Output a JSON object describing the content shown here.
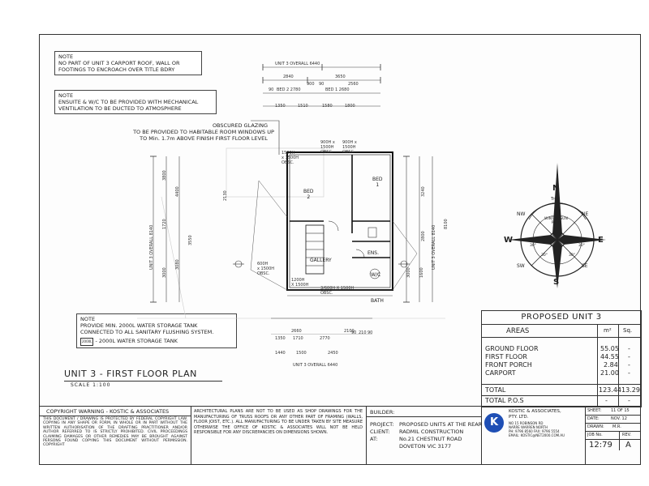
{
  "notes": {
    "carport": {
      "heading": "NOTE",
      "lines": [
        "NO PART OF UNIT 3 CARPORT ROOF, WALL OR",
        "FOOTINGS TO ENCROACH OVER TITLE BDRY"
      ]
    },
    "ensuite": {
      "heading": "NOTE",
      "lines": [
        "ENSUITE & W/C TO BE PROVIDED WITH MECHANICAL",
        "VENTILATION TO BE DUCTED TO ATMOSPHERE"
      ]
    },
    "glazing": {
      "lines": [
        "OBSCURED GLAZING",
        "TO BE PROVIDED TO HABITABLE ROOM WINDOWS UP",
        "TO Min. 1.7m ABOVE FINISH FIRST FLOOR LEVEL"
      ]
    },
    "water": {
      "heading": "NOTE",
      "lines": [
        "PROVIDE Min. 2000L WATER STORAGE TANK",
        "CONNECTED TO ALL SANITARY FLUSHING SYSTEM."
      ],
      "legend_tag": "2000L",
      "legend_text": "- 2000L WATER STORAGE TANK"
    }
  },
  "plan": {
    "title": "UNIT 3 - FIRST FLOOR PLAN",
    "scale": "SCALE 1:100",
    "rooms": {
      "bed2": "BED\n2",
      "bed1": "BED\n1",
      "ens": "ENS.",
      "gallery": "GALLERY",
      "bath": "BATH",
      "wc": "W/C"
    },
    "windows": [
      "1500H\nx 1500H\nOBSC.",
      "900H x\n1500H\nOBSC.",
      "900H x\n1500H\nOBSC.",
      "3/600H X 1500H\nOBSC.",
      "1200H\nX 1500H",
      "600H\nx 1500H\nOBSC."
    ],
    "top_dims": {
      "overall": "UNIT 3 OVERALL 6440",
      "row1": [
        "2840",
        "3650"
      ],
      "row2": [
        "90",
        "900",
        "90",
        "2560"
      ],
      "row2_labels": [
        "BED 2 2780",
        "BED 1 2680"
      ],
      "row3": [
        "1350",
        "1510",
        "1580",
        "1800"
      ]
    },
    "bottom_dims": {
      "row1": [
        "2660",
        "2100"
      ],
      "row2": [
        "1350",
        "1710",
        "2770",
        "90",
        "210",
        "90"
      ],
      "row3": [
        "1440",
        "1500",
        "2450"
      ],
      "overall": "UNIT 3 OVERALL 6440"
    },
    "left_dims": [
      "UNIT 3 OVERALL 8140",
      "3800",
      "1720",
      "3000",
      "4400",
      "2130",
      "3080",
      "3550"
    ],
    "right_dims": [
      "UNIT 3 OVERALL 8140",
      "3240",
      "2800",
      "3000",
      "8100",
      "1600"
    ]
  },
  "compass": {
    "n": "N",
    "s": "S",
    "e": "E",
    "w": "W",
    "ne": "NE",
    "nw": "NW",
    "se": "SE",
    "sw": "SW",
    "true": "True",
    "sun": "WINTER SUN\nPATH",
    "angles": [
      "30°",
      "30°",
      "30°",
      "30°"
    ]
  },
  "areas": {
    "header": "PROPOSED UNIT 3",
    "col_areas": "AREAS",
    "col_m2": "m²",
    "col_sq": "Sq.",
    "rows": [
      {
        "label": "GROUND FLOOR",
        "m2": "55.05",
        "sq": "-"
      },
      {
        "label": "FIRST FLOOR",
        "m2": "44.55",
        "sq": "-"
      },
      {
        "label": "FRONT PORCH",
        "m2": "2.84",
        "sq": "-"
      },
      {
        "label": "CARPORT",
        "m2": "21.00",
        "sq": "-"
      }
    ],
    "total_label": "TOTAL",
    "total_m2": "123.44",
    "total_sq": "13.29",
    "pos_label": "TOTAL P.O.S",
    "pos_m2": "-",
    "pos_sq": "-"
  },
  "titleblock": {
    "copyright_head": "COPYRIGHT WARNING - KOSTIC & ASSOCIATES",
    "copyright_text": "THIS DOCUMENT / DRAWING IS PROTECTED BY FEDERAL COPYRIGHT LAW. COPYING IN ANY SHAPE OR FORM, IN WHOLE OR IN PART WITHOUT THE WRITTEN AUTHORISATION OF THE DRAFTING PRACTITIONER AND/OR AUTHOR REFERRED TO IS STRICTLY PROHIBITED. CIVIL PROCEEDINGS CLAIMING DAMAGES OR OTHER REMEDIES MAY BE BROUGHT AGAINST PERSONS FOUND COPYING THIS DOCUMENT WITHOUT PERMISSION. COPYRIGHT",
    "disclaimer": "ARCHITECTURAL PLANS ARE NOT TO BE USED AS SHOP DRAWINGS FOR THE MANUFACTURING OF TRUSS ROOFS OR ANY OTHER PART OF FRAMING (WALLS, FLOOR JOIST, ETC.). ALL MANUFACTURING TO BE UNDER TAKEN BY SITE MEASURE OTHERWISE THE OFFICE OF KOSTIC & ASSOCIATES WILL NOT BE HELD RESPONSIBLE FOR ANY DISCREPANCIES ON DIMENSIONS SHOWN.",
    "builder_label": "BUILDER:",
    "project_label": "PROJECT:",
    "project_value": "PROPOSED UNITS AT THE REAR",
    "client_label": "CLIENT:",
    "client_value": "RADMIL CONSTRUCTION",
    "at_label": "AT:",
    "at_value1": "No.21 CHESTNUT ROAD",
    "at_value2": "DOVETON VIC 3177",
    "logo_text": "K",
    "firm_name": "KOSTIC & ASSOCIATES,",
    "firm_pty": "PTY. LTD.",
    "firm_addr": [
      "No 15 ROBINSON RD",
      "NARRE WARREN NORTH",
      "PH: 9796 8560  FAX: 9796 5554",
      "EMAIL: KOSTIC@NET2000.COM.AU"
    ],
    "sheet_label": "SHEET:",
    "sheet_value": "11 OF 15",
    "date_label": "DATE:",
    "date_value": "NOV. 12",
    "drawn_label": "DRAWN:",
    "drawn_value": "M.R.",
    "jobno_label": "JOB No.",
    "rev_label": "REV.",
    "jobno_value": "12:79",
    "rev_value": "A"
  }
}
